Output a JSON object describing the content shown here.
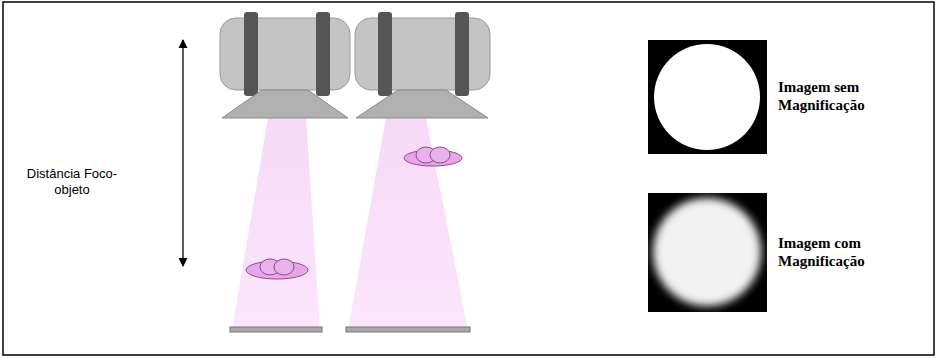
{
  "diagram": {
    "labels": [
      "Distância Foco-objeto",
      "Imagem sem Magnificação",
      "Imagem com Magnificação"
    ]
  }
}
